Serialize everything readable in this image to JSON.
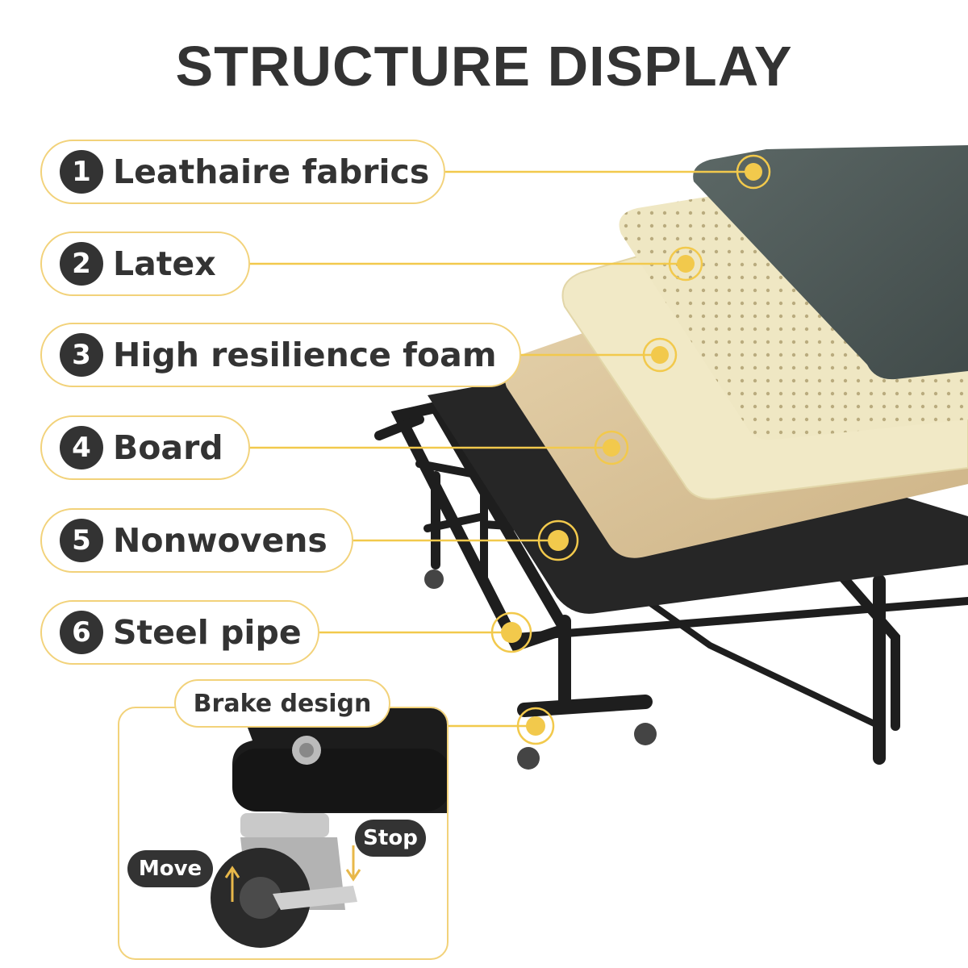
{
  "title": "STRUCTURE DISPLAY",
  "layers": [
    {
      "number": "1",
      "label": "Leathaire fabrics",
      "marker": "leathaire-marker"
    },
    {
      "number": "2",
      "label": "Latex",
      "marker": "latex-marker"
    },
    {
      "number": "3",
      "label": "High resilience foam",
      "marker": "foam-marker"
    },
    {
      "number": "4",
      "label": "Board",
      "marker": "board-marker"
    },
    {
      "number": "5",
      "label": "Nonwovens",
      "marker": "nonwovens-marker"
    },
    {
      "number": "6",
      "label": "Steel pipe",
      "marker": "steel-marker"
    }
  ],
  "brake": {
    "title": "Brake design",
    "move_label": "Move",
    "stop_label": "Stop"
  },
  "colors": {
    "accent": "#f2c94c",
    "outline": "#f2d27a",
    "dark": "#333333",
    "fabric": "#4e5a58",
    "latex": "#efe7c3",
    "foam": "#f1e9c6",
    "wood": "#d9c29a",
    "steel": "#222222"
  }
}
